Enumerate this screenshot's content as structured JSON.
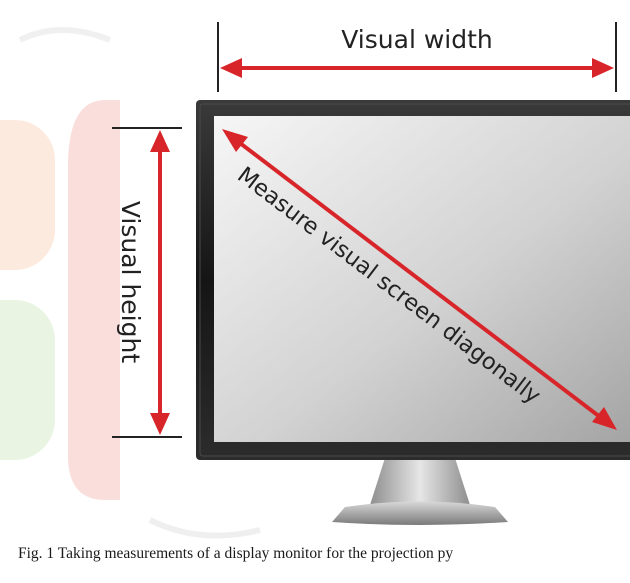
{
  "diagram": {
    "width_label": "Visual width",
    "height_label": "Visual height",
    "diagonal_label": "Measure visual screen diagonally"
  },
  "caption": "Fig. 1  Taking measurements of a display monitor for the projection py",
  "colors": {
    "arrow": "#d8252a",
    "bezel": "#1f1f1f",
    "screen_light": "#f2f2f2",
    "screen_dark": "#a9a9a9",
    "stand": "#c9c9c9",
    "watermark_orange": "#fbdccb",
    "watermark_red": "#f7c9c9",
    "watermark_green": "#d9efcf"
  }
}
